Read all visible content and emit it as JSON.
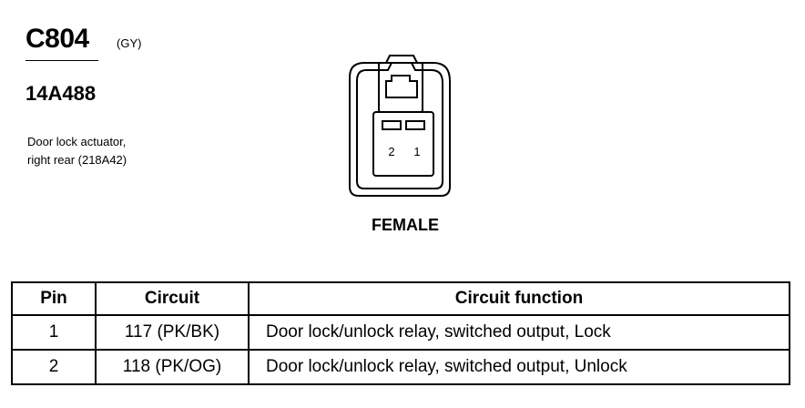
{
  "connector": {
    "id": "C804",
    "color": "(GY)",
    "part_number": "14A488",
    "description_line1": "Door lock actuator,",
    "description_line2": "right rear (218A42)",
    "pin_labels": [
      "2",
      "1"
    ],
    "gender": "FEMALE"
  },
  "table": {
    "headers": {
      "pin": "Pin",
      "circuit": "Circuit",
      "function": "Circuit function"
    },
    "rows": [
      {
        "pin": "1",
        "circuit": "117 (PK/BK)",
        "function": "Door lock/unlock relay, switched output, Lock"
      },
      {
        "pin": "2",
        "circuit": "118 (PK/OG)",
        "function": "Door lock/unlock relay, switched output, Unlock"
      }
    ]
  }
}
